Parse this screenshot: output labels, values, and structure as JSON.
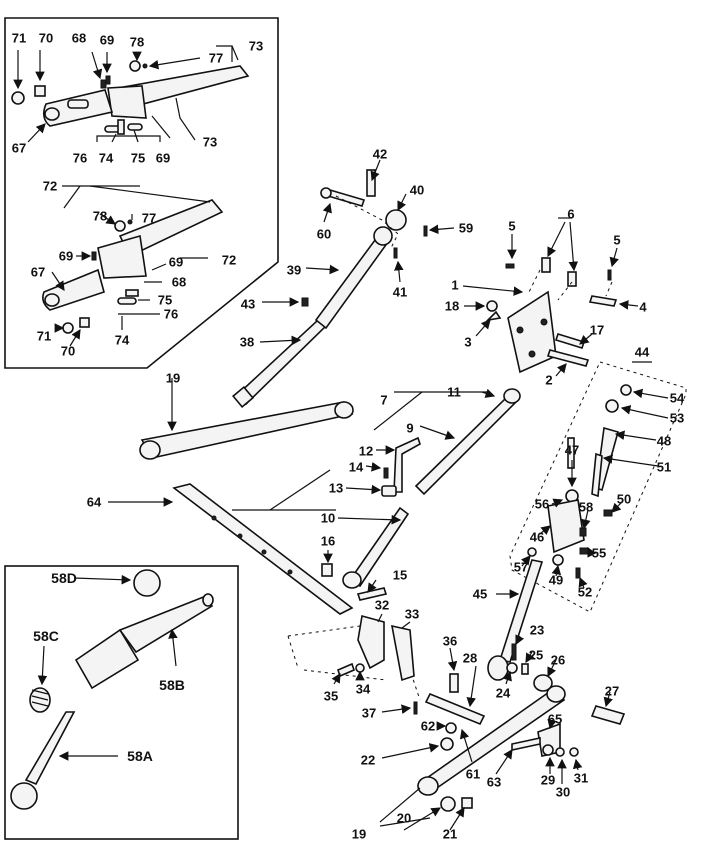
{
  "labels": {
    "l71a": "71",
    "l70a": "70",
    "l68a": "68",
    "l69a": "69",
    "l78a": "78",
    "l77a": "77",
    "l73a": "73",
    "l67a": "67",
    "l76a": "76",
    "l74a": "74",
    "l75a": "75",
    "l69b": "69",
    "l73b": "73",
    "l72a": "72",
    "l78b": "78",
    "l77b": "77",
    "l69c": "69",
    "l67b": "67",
    "l69d": "69",
    "l72b": "72",
    "l68b": "68",
    "l75b": "75",
    "l76b": "76",
    "l71b": "71",
    "l70b": "70",
    "l74b": "74",
    "l42": "42",
    "l40": "40",
    "l60": "60",
    "l59": "59",
    "l39": "39",
    "l41": "41",
    "l43": "43",
    "l38": "38",
    "l6": "6",
    "l5a": "5",
    "l5b": "5",
    "l1": "1",
    "l4": "4",
    "l18": "18",
    "l17": "17",
    "l3": "3",
    "l2": "2",
    "l44": "44",
    "l54": "54",
    "l53": "53",
    "l48": "48",
    "l47": "47",
    "l51": "51",
    "l50": "50",
    "l56": "56",
    "l58": "58",
    "l46": "46",
    "l55": "55",
    "l57": "57",
    "l49": "49",
    "l52": "52",
    "l19a": "19",
    "l7": "7",
    "l11": "11",
    "l9": "9",
    "l12": "12",
    "l14": "14",
    "l13": "13",
    "l10": "10",
    "l64": "64",
    "l16": "16",
    "l15": "15",
    "l58D": "58D",
    "l58C": "58C",
    "l58B": "58B",
    "l58A": "58A",
    "l32": "32",
    "l33": "33",
    "l45": "45",
    "l23": "23",
    "l36": "36",
    "l28": "28",
    "l25": "25",
    "l26": "26",
    "l35": "35",
    "l34": "34",
    "l24": "24",
    "l27": "27",
    "l37": "37",
    "l62": "62",
    "l65": "65",
    "l22": "22",
    "l61": "61",
    "l63": "63",
    "l29": "29",
    "l30": "30",
    "l31": "31",
    "l20": "20",
    "l19b": "19",
    "l21": "21"
  }
}
